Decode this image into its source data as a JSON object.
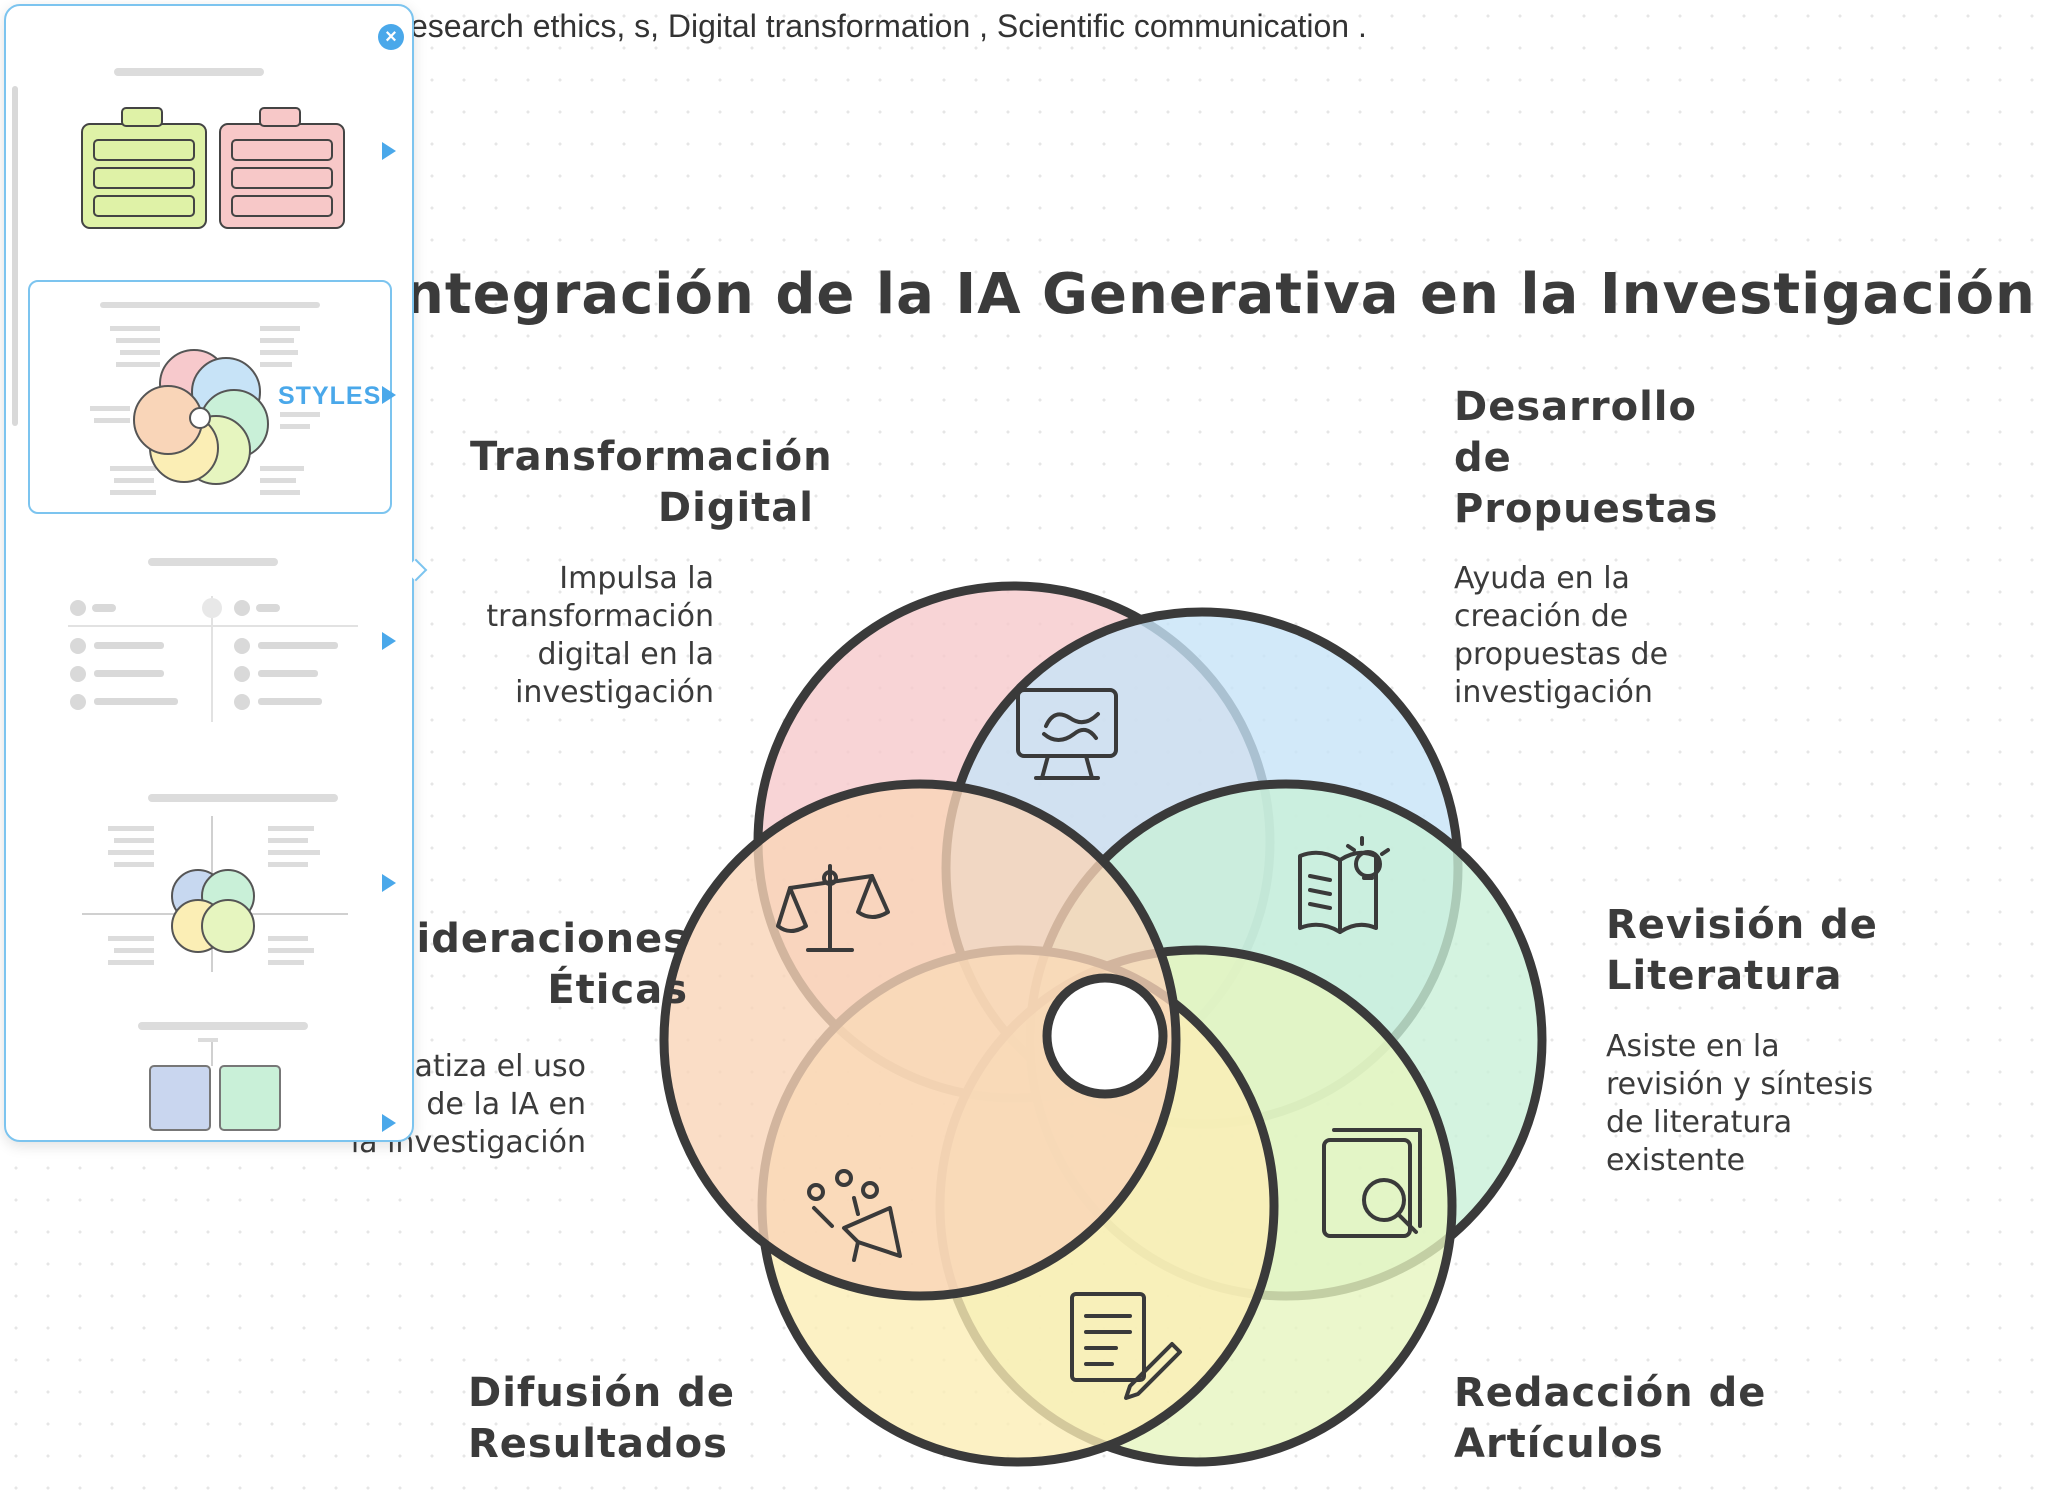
{
  "topline": "esearch ethics, s, Digital transformation , Scientific communication .",
  "title": "ntegración de la IA Generativa en la Investigación",
  "segments": {
    "transformacion": {
      "label_l1": "Transformación",
      "label_l2": "Digital",
      "desc_l1": "Impulsa la",
      "desc_l2": "transformación",
      "desc_l3": "digital en la",
      "desc_l4": "investigación",
      "icon": "monitor-icon",
      "color": "#f6c9cc"
    },
    "desarrollo": {
      "label_l1": "Desarrollo",
      "label_l2": "de",
      "label_l3": "Propuestas",
      "desc_l1": "Ayuda en la",
      "desc_l2": "creación de",
      "desc_l3": "propuestas de",
      "desc_l4": "investigación",
      "icon": "book-lightbulb-icon",
      "color": "#c7e3f7"
    },
    "revision": {
      "label_l1": "Revisión de",
      "label_l2": "Literatura",
      "desc_l1": "Asiste en la",
      "desc_l2": "revisión y síntesis",
      "desc_l3": "de literatura",
      "desc_l4": "existente",
      "icon": "book-search-icon",
      "color": "#c9f0d8"
    },
    "redaccion": {
      "label_l1": "Redacción de",
      "label_l2": "Artículos",
      "icon": "document-pen-icon",
      "color": "#e6f5bf"
    },
    "difusion": {
      "label_l1": "Difusión de",
      "label_l2": "Resultados",
      "icon": "megaphone-people-icon",
      "color": "#fbeeb5"
    },
    "eticas": {
      "label_l1": "sideraciones",
      "label_l2": "Éticas",
      "desc_l1": "atiza el uso",
      "desc_l2": "de la IA en",
      "desc_l3": "ia investigación",
      "icon": "scales-icon",
      "color": "#f9d5b8"
    }
  },
  "panel": {
    "styles_label": "STYLES",
    "close_icon": "close-icon"
  }
}
